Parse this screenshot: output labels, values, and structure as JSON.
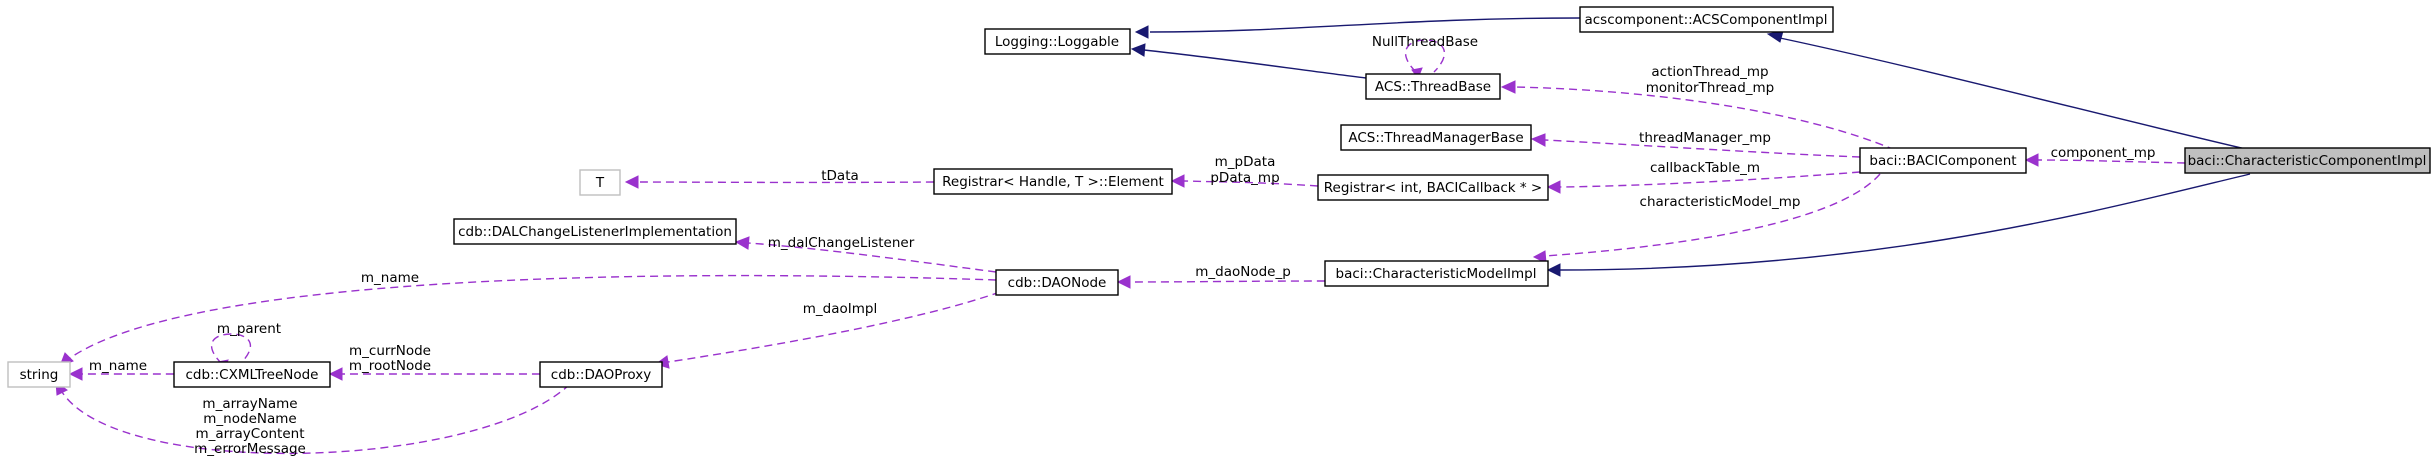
{
  "nodes": {
    "loggable": "Logging::Loggable",
    "acs_component_impl": "acscomponent::ACSComponentImpl",
    "thread_base": "ACS::ThreadBase",
    "thread_manager_base": "ACS::ThreadManagerBase",
    "baci_component": "baci::BACIComponent",
    "characteristic_component_impl": "baci::CharacteristicComponentImpl",
    "t": "T",
    "registrar_element": "Registrar< Handle, T >::Element",
    "registrar_int": "Registrar< int, BACICallback * >",
    "dal_change_listener": "cdb::DALChangeListenerImplementation",
    "dao_node": "cdb::DAONode",
    "characteristic_model_impl": "baci::CharacteristicModelImpl",
    "string": "string",
    "cxml_tree_node": "cdb::CXMLTreeNode",
    "dao_proxy": "cdb::DAOProxy"
  },
  "edge_labels": {
    "null_thread_base": "NullThreadBase",
    "action_thread": "actionThread_mp",
    "monitor_thread": "monitorThread_mp",
    "thread_manager": "threadManager_mp",
    "component_mp": "component_mp",
    "callback_table": "callbackTable_m",
    "t_data": "tData",
    "m_pdata": "m_pData",
    "pdata_mp": "pData_mp",
    "characteristic_model": "characteristicModel_mp",
    "dal_change_listener": "m_dalChangeListener",
    "m_name_top": "m_name",
    "dao_node_p": "m_daoNode_p",
    "m_parent": "m_parent",
    "m_dao_impl": "m_daoImpl",
    "m_name_left": "m_name",
    "m_curr_node": "m_currNode",
    "m_root_node": "m_rootNode",
    "m_array_name": "m_arrayName",
    "m_node_name": "m_nodeName",
    "m_array_content": "m_arrayContent",
    "m_error_message": "m_errorMessage"
  },
  "colors": {
    "inheritance_edge": "#191970",
    "usage_edge": "#9a32cd",
    "focus_node_fill": "#bfbfbf",
    "undocumented_node_border": "#bfbfbf"
  }
}
